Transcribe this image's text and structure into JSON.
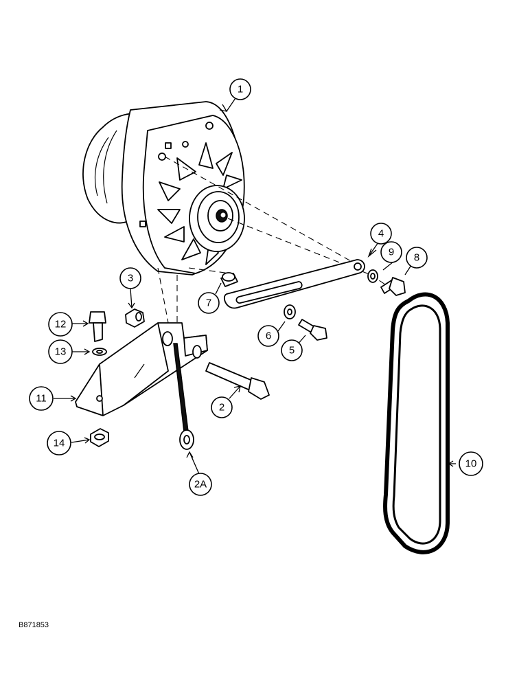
{
  "figure": {
    "reference_code": "B871853",
    "callouts": [
      {
        "id": "c1",
        "label": "1"
      },
      {
        "id": "c2",
        "label": "2"
      },
      {
        "id": "c2a",
        "label": "2A"
      },
      {
        "id": "c3",
        "label": "3"
      },
      {
        "id": "c4",
        "label": "4"
      },
      {
        "id": "c5",
        "label": "5"
      },
      {
        "id": "c6",
        "label": "6"
      },
      {
        "id": "c7",
        "label": "7"
      },
      {
        "id": "c8",
        "label": "8"
      },
      {
        "id": "c9",
        "label": "9"
      },
      {
        "id": "c10",
        "label": "10"
      },
      {
        "id": "c11",
        "label": "11"
      },
      {
        "id": "c12",
        "label": "12"
      },
      {
        "id": "c13",
        "label": "13"
      },
      {
        "id": "c14",
        "label": "14"
      }
    ]
  }
}
